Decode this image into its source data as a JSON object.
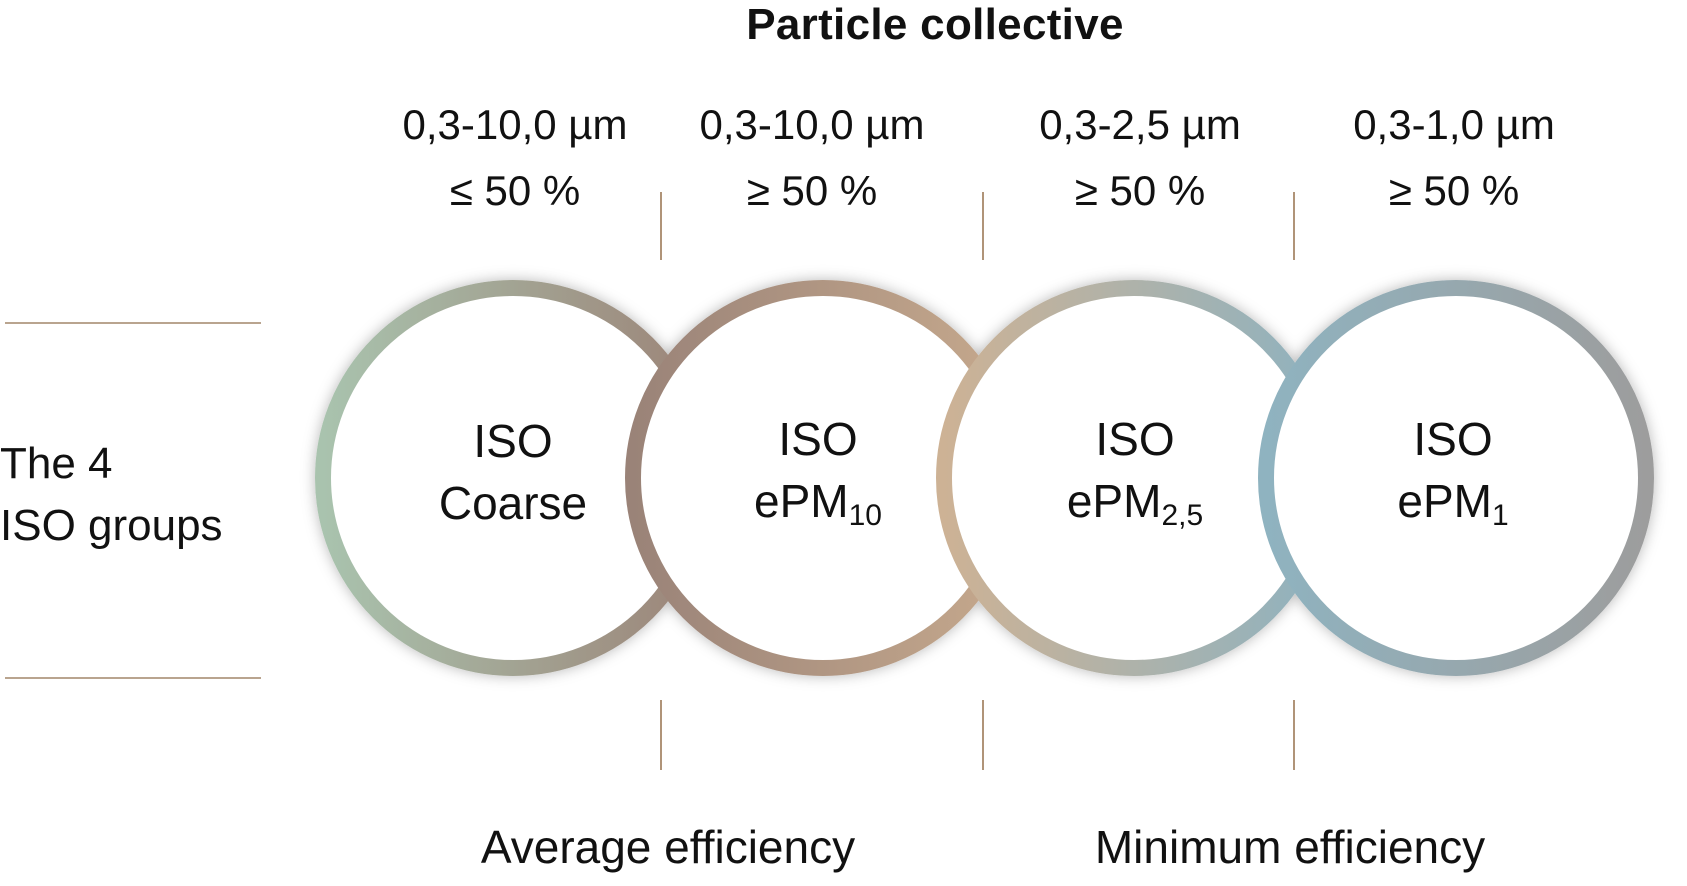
{
  "header": {
    "title": "Particle collective"
  },
  "ranges": [
    {
      "size": "0,3-10,0 µm",
      "efficiency": "≤ 50 %"
    },
    {
      "size": "0,3-10,0 µm",
      "efficiency": "≥ 50 %"
    },
    {
      "size": "0,3-2,5 µm",
      "efficiency": "≥ 50 %"
    },
    {
      "size": "0,3-1,0 µm",
      "efficiency": "≥ 50 %"
    }
  ],
  "side_label": {
    "line1": "The 4",
    "line2": "ISO groups"
  },
  "groups": [
    {
      "line1": "ISO",
      "line2_main": "Coarse",
      "line2_sub": "",
      "colors": [
        "#a9c3ae",
        "#9c8478"
      ]
    },
    {
      "line1": "ISO",
      "line2_main": "ePM",
      "line2_sub": "10",
      "colors": [
        "#9a8378",
        "#c6a98d"
      ]
    },
    {
      "line1": "ISO",
      "line2_main": "ePM",
      "line2_sub": "2,5",
      "colors": [
        "#cdb295",
        "#8fb2bf"
      ]
    },
    {
      "line1": "ISO",
      "line2_main": "ePM",
      "line2_sub": "1",
      "colors": [
        "#8fb3c0",
        "#9d9d9d"
      ]
    }
  ],
  "footer": {
    "left": "Average efficiency",
    "right": "Minimum efficiency"
  }
}
